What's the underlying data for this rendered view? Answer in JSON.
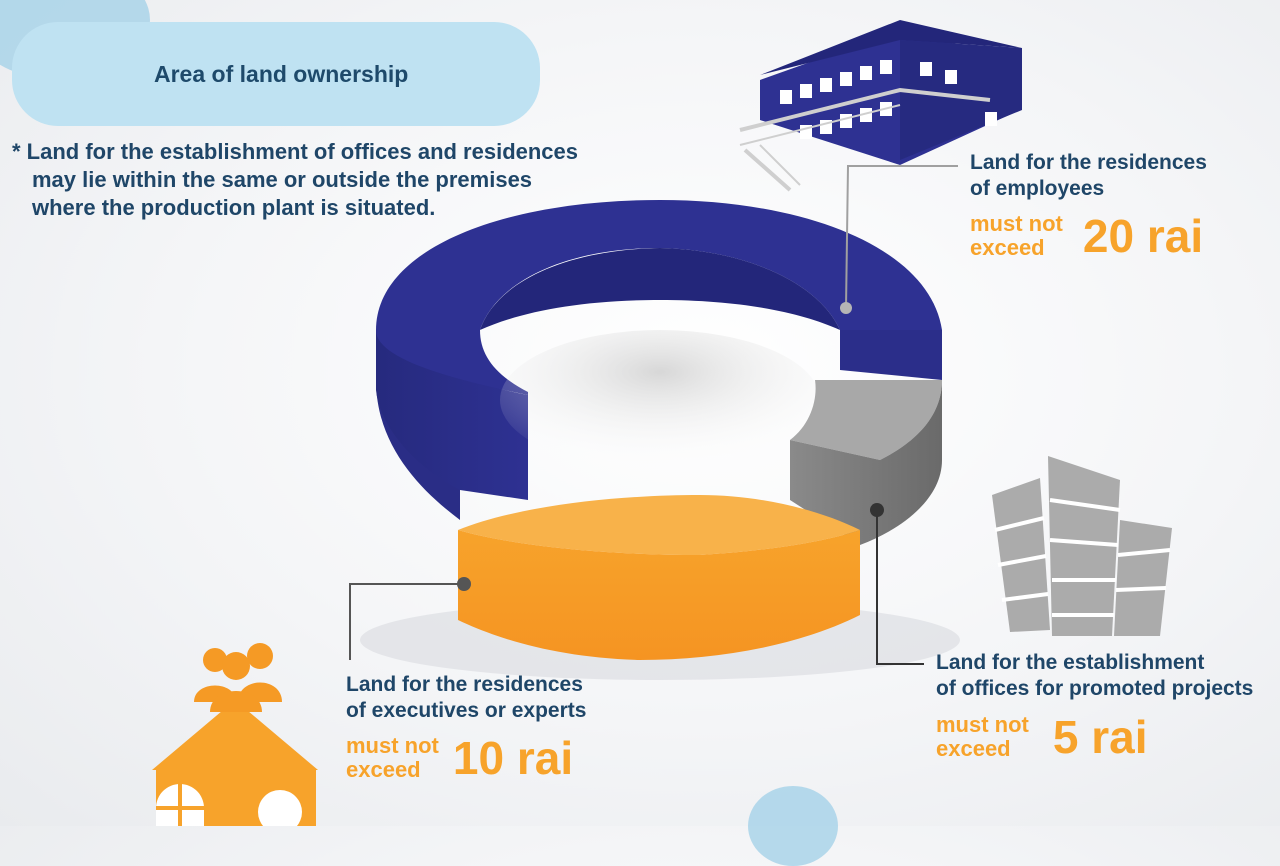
{
  "title": "Area of land ownership",
  "note": {
    "line1": "* Land for the establishment of offices and residences",
    "line2": "may lie within the same or outside the premises",
    "line3": "where the production plant is situated."
  },
  "segments": [
    {
      "id": "employees",
      "label_line1": "Land for the residences",
      "label_line2": "of employees",
      "limit_line1": "must not",
      "limit_line2": "exceed",
      "amount": "20 rai",
      "value": 20,
      "unit": "rai",
      "color": "#2e3192"
    },
    {
      "id": "executives",
      "label_line1": "Land for the residences",
      "label_line2": "of executives or experts",
      "limit_line1": "must not",
      "limit_line2": "exceed",
      "amount": "10 rai",
      "value": 10,
      "unit": "rai",
      "color": "#f7a32b"
    },
    {
      "id": "offices",
      "label_line1": "Land for the establishment",
      "label_line2": "of offices for promoted projects",
      "limit_line1": "must not",
      "limit_line2": "exceed",
      "amount": "5 rai",
      "value": 5,
      "unit": "rai",
      "color": "#9b9b9b"
    }
  ],
  "icons": [
    "dormitory-building-icon",
    "office-towers-icon",
    "house-with-people-icon",
    "cloud-icon"
  ]
}
